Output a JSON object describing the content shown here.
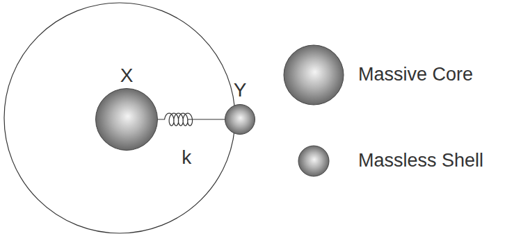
{
  "diagram": {
    "nodes": [
      {
        "text": [
          "X"
        ]
      },
      {
        "text": [
          "Y"
        ]
      }
    ],
    "edges": [
      {
        "from": 0,
        "to": 1,
        "arrow": "none",
        "label": "k"
      }
    ],
    "legend": [
      {
        "text": "Massive Core"
      },
      {
        "text": "Massless Shell"
      }
    ]
  }
}
